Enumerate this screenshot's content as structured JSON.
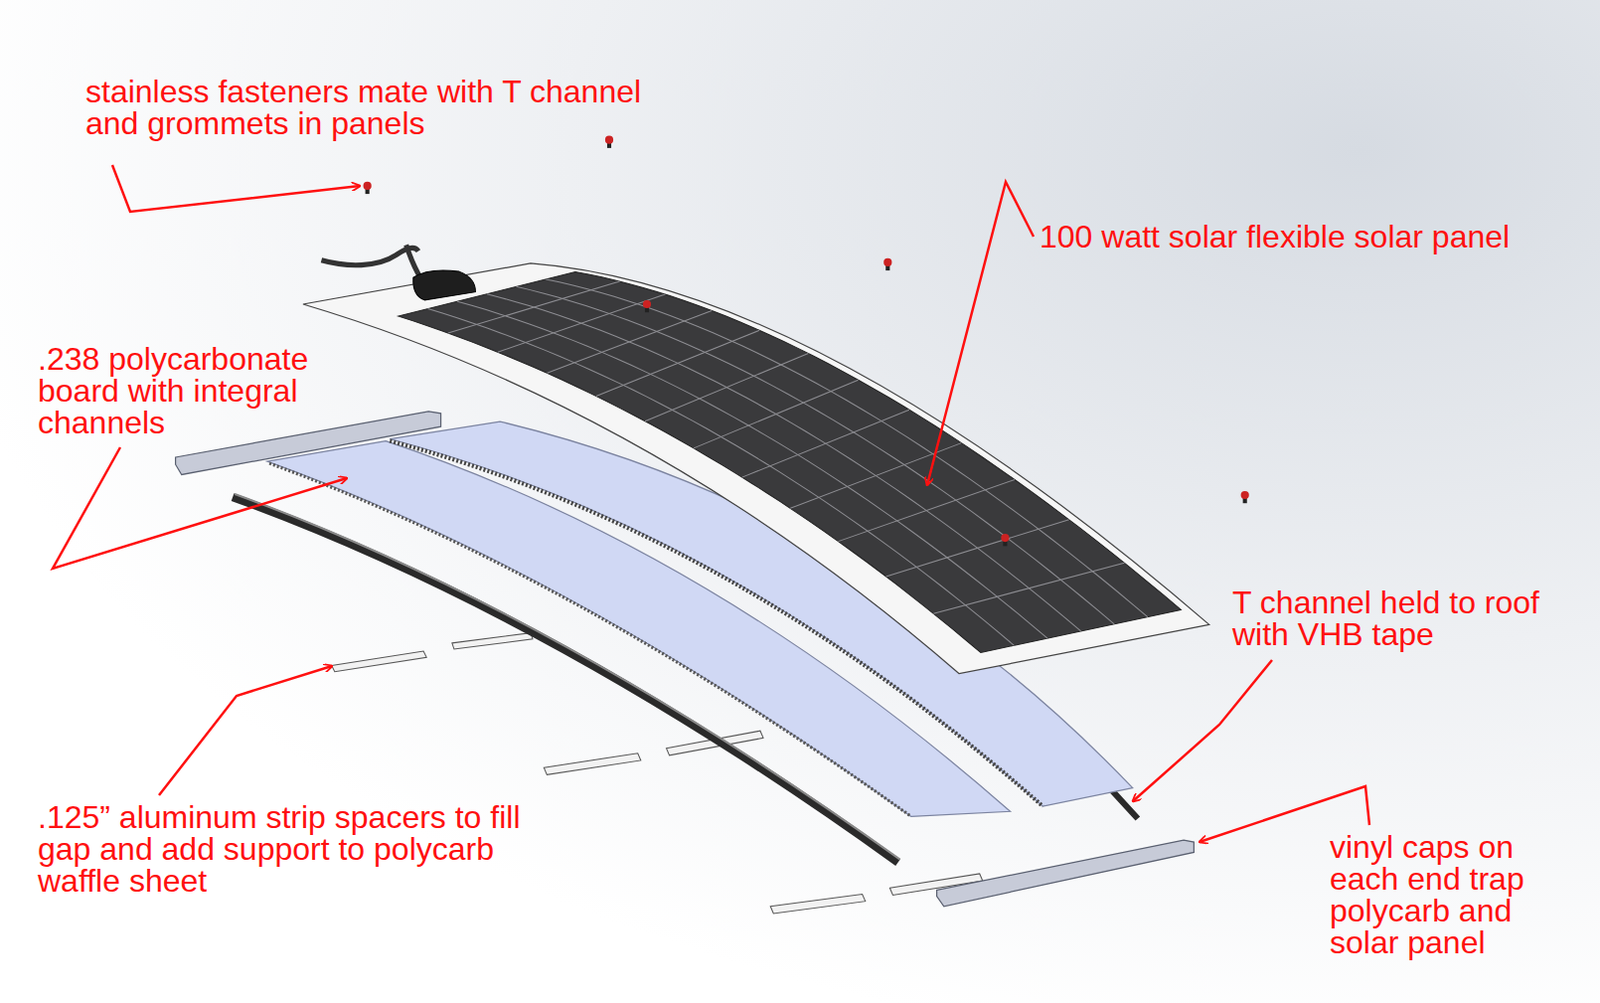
{
  "diagram": {
    "labels": [
      "stainless fasteners mate with T channel and grommets in panels",
      "100 watt solar flexible solar panel",
      ".238 polycarbonate board with integral channels",
      "T channel held to roof with VHB tape",
      ".125” aluminum strip spacers to fill gap and add support to polycarb waffle sheet",
      "vinyl caps on each end trap polycarb and solar panel"
    ]
  }
}
